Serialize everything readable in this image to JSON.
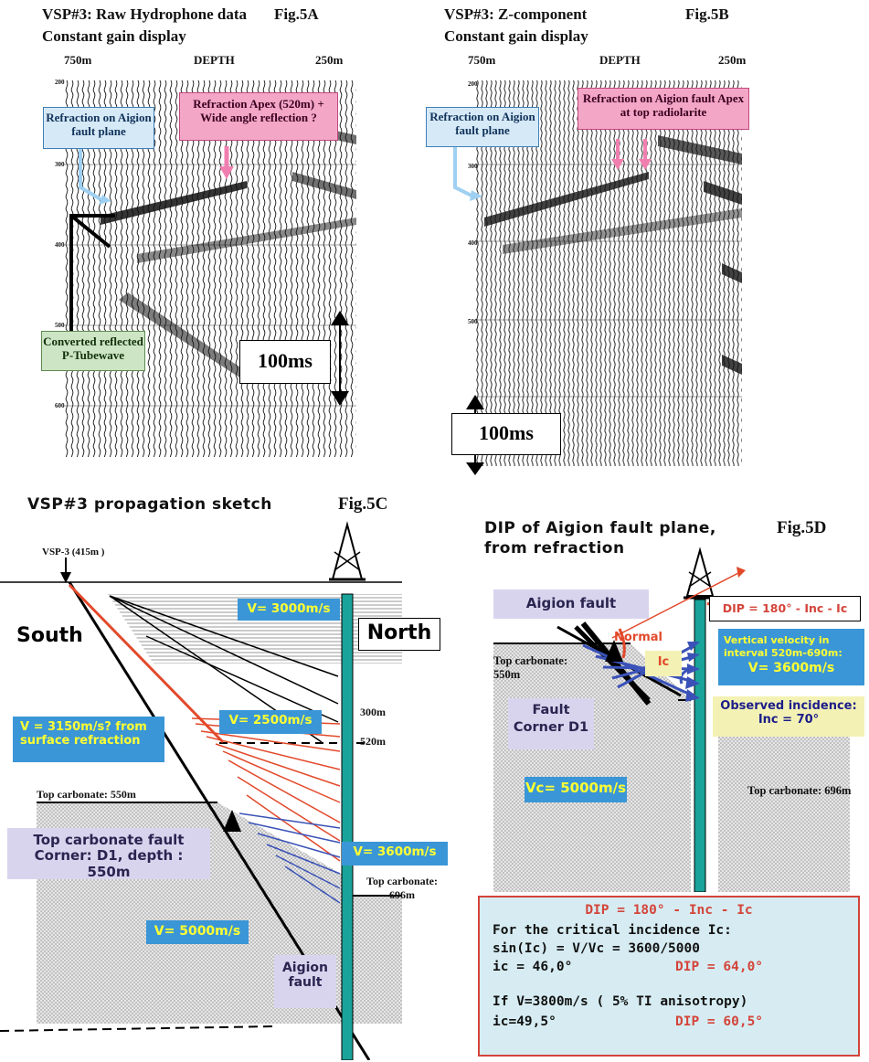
{
  "fig5a": {
    "title": "VSP#3:  Raw Hydrophone data",
    "subtitle": "Constant gain display",
    "fig_label": "Fig.5A",
    "depth_left": "750m",
    "depth_center": "DEPTH",
    "depth_right": "250m",
    "label_refraction_fault": "Refraction on Aigion fault plane",
    "label_refraction_apex": "Refraction  Apex (520m) + Wide angle reflection ?",
    "label_converted": "Converted reflected P-Tubewave",
    "scale_label": "100ms",
    "time_ticks": [
      "200",
      "300",
      "400",
      "500",
      "600"
    ]
  },
  "fig5b": {
    "title": "VSP#3: Z-component",
    "subtitle": "Constant gain display",
    "fig_label": "Fig.5B",
    "depth_left": "750m",
    "depth_center": "DEPTH",
    "depth_right": "250m",
    "label_refraction_fault": "Refraction  on Aigion fault plane",
    "label_refraction_apex": "Refraction  on Aigion fault Apex at top radiolarite",
    "scale_label": "100ms",
    "time_ticks": [
      "200",
      "300",
      "400",
      "500"
    ]
  },
  "fig5c": {
    "title": "VSP#3 propagation sketch",
    "fig_label": "Fig.5C",
    "source_label": "VSP-3 (415m )",
    "south": "South",
    "north": "North",
    "v1": "V= 3000m/s",
    "v2": "V= 2500m/s",
    "v3": "V = 3150m/s? from surface refraction",
    "v4": "V= 3600m/s",
    "v5": "V= 5000m/s",
    "depth_300": "300m",
    "depth_520": "520m",
    "top_carb_left": "Top carbonate:  550m",
    "top_carb_right": "Top carbonate: 696m",
    "corner_label": "Top carbonate  fault Corner: D1, depth : 550m",
    "fault_label": "Aigion fault"
  },
  "fig5d": {
    "title_line1": "DIP of Aigion fault plane,",
    "title_line2": "from refraction",
    "fig_label": "Fig.5D",
    "fault_label": "Aigion fault",
    "dip_formula_box": "DIP = 180° - Inc - Ic",
    "normal": "Normal",
    "vert_vel_line1": "Vertical velocity in",
    "vert_vel_line2": "interval 520m-690m:",
    "vert_vel_value": "V= 3600m/s",
    "top_carb_left": "Top carbonate: 550m",
    "ic": "Ic",
    "observed_line1": "Observed incidence:",
    "observed_line2": "Inc = 70°",
    "corner": "Fault Corner D1",
    "vc": "Vc= 5000m/s",
    "top_carb_right": "Top carbonate: 696m"
  },
  "formula": {
    "title": "DIP = 180° - Inc - Ic",
    "line1": "For the critical incidence Ic:",
    "line2": "sin(Ic) = V/Vc = 3600/5000",
    "line3a": "ic = 46,0°",
    "line3b": "DIP = 64,0°",
    "line4": "If V=3800m/s ( 5% TI anisotropy)",
    "line5a": "ic=49,5°",
    "line5b": "DIP = 60,5°"
  },
  "colors": {
    "teal_borehole": "#1aa39a",
    "red_ray": "#e2492b",
    "blue_ray": "#3a52b8",
    "velocity_box": "#3a96d6",
    "velocity_text": "#ffff33"
  }
}
